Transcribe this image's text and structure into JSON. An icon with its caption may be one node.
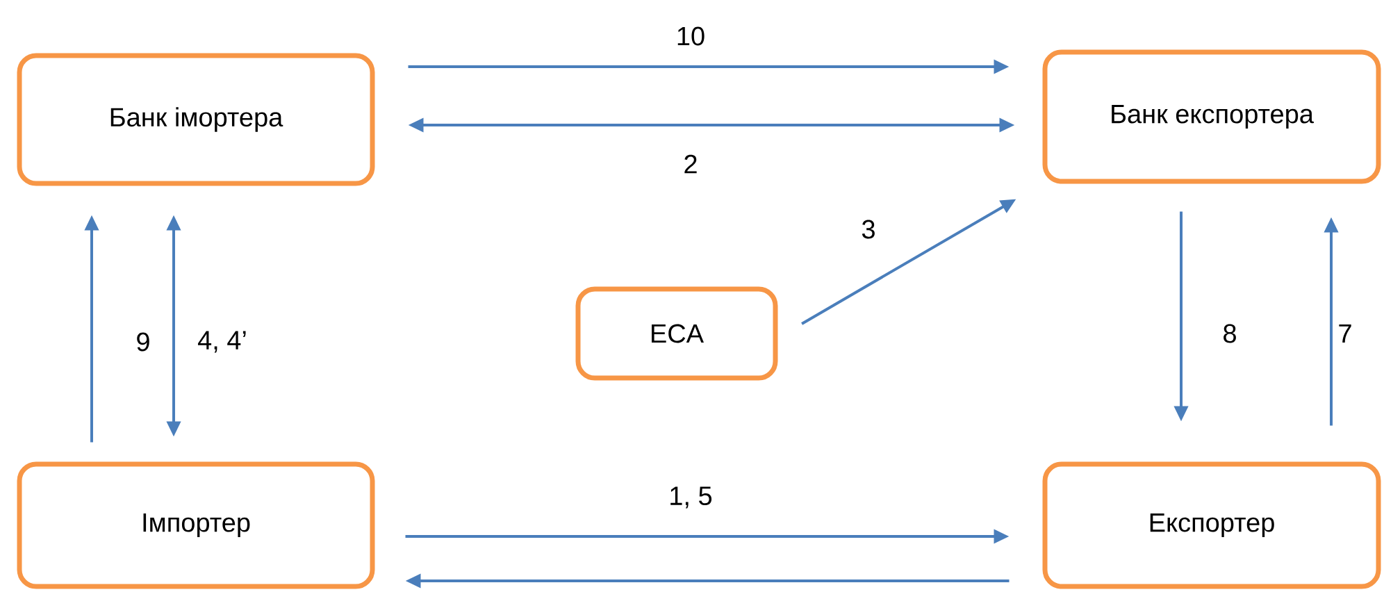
{
  "diagram": {
    "nodes": [
      {
        "text": [
          "Банк імортера"
        ]
      },
      {
        "text": [
          "Банк експортера"
        ]
      },
      {
        "text": [
          "ECA"
        ]
      },
      {
        "text": [
          "Імпортер"
        ]
      },
      {
        "text": [
          "Експортер"
        ]
      }
    ],
    "edges": [
      {
        "from": 0,
        "to": 1,
        "arrow": "to",
        "label": "10"
      },
      {
        "from": 0,
        "to": 1,
        "arrow": "both",
        "label": "2"
      },
      {
        "from": 2,
        "to": 1,
        "arrow": "to",
        "label": "3"
      },
      {
        "from": 3,
        "to": 0,
        "arrow": "to",
        "label": "9"
      },
      {
        "from": 0,
        "to": 3,
        "arrow": "both",
        "label": "4, 4’"
      },
      {
        "from": 1,
        "to": 4,
        "arrow": "to",
        "label": "8"
      },
      {
        "from": 4,
        "to": 1,
        "arrow": "to",
        "label": "7"
      },
      {
        "from": 3,
        "to": 4,
        "arrow": "to",
        "label": "1, 5"
      },
      {
        "from": 4,
        "to": 3,
        "arrow": "to"
      }
    ]
  }
}
